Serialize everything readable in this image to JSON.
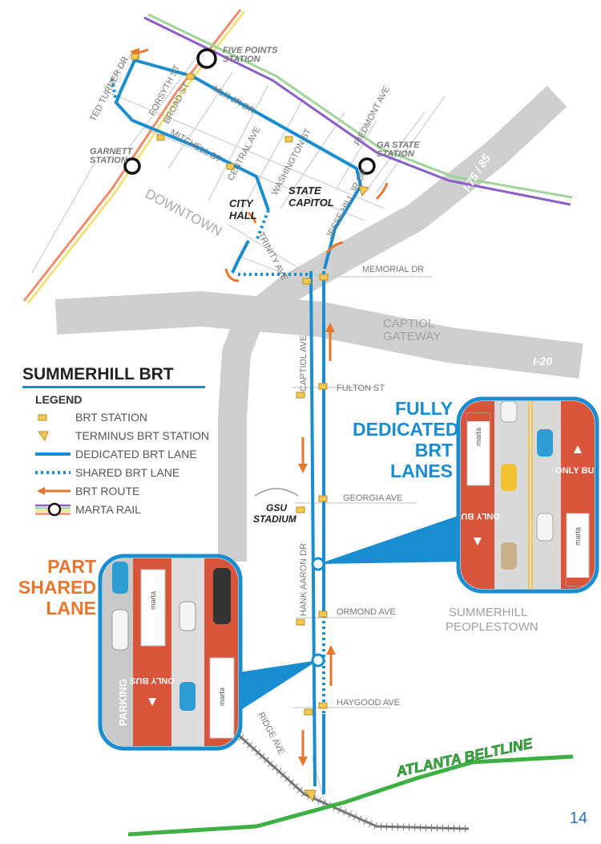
{
  "map_title": "SUMMERHILL BRT",
  "legend": {
    "heading": "LEGEND",
    "items": [
      {
        "label": "BRT STATION",
        "symbol": "station"
      },
      {
        "label": "TERMINUS BRT STATION",
        "symbol": "terminus"
      },
      {
        "label": "DEDICATED BRT LANE",
        "symbol": "dedicated-lane"
      },
      {
        "label": "SHARED BRT LANE",
        "symbol": "shared-lane"
      },
      {
        "label": "BRT ROUTE",
        "symbol": "route-arrow"
      },
      {
        "label": "MARTA RAIL",
        "symbol": "rail"
      }
    ]
  },
  "colors": {
    "brt_blue": "#1a8dd1",
    "route_orange": "#e8772e",
    "station_yellow": "#f2c94c",
    "highway_gray": "#c8c8c8",
    "beltline_green": "#3cb043",
    "rail_purple": "#8a5fc7",
    "rail_green": "#9fd49a",
    "rail_red": "#f08c6a",
    "rail_yellow": "#f3e27a",
    "bus_lane_red": "#d8543a"
  },
  "marta_stations": [
    {
      "name_line1": "FIVE POINTS",
      "name_line2": "STATION"
    },
    {
      "name_line1": "GA STATE",
      "name_line2": "STATION"
    },
    {
      "name_line1": "GARNETT",
      "name_line2": "STATION"
    }
  ],
  "streets": {
    "ted_turner": "TED TURNER DR",
    "forsyth": "FORSYTH ST",
    "broad": "BROAD ST",
    "mlk": "MLK JR DR",
    "mitchell": "MITCHELL ST",
    "central": "CENTRAL AVE",
    "washington": "WASHINGTON ST",
    "piedmont": "PIEDMONT AVE",
    "jesse_hill": "JESSE HILL JR DR",
    "trinity": "TRINITY AVE",
    "memorial": "MEMORIAL DR",
    "capitol_ave": "CAPTIOL AVE",
    "fulton": "FULTON ST",
    "georgia": "GEORGIA AVE",
    "hank_aaron": "HANK AARON DR",
    "ormond": "ORMOND AVE",
    "haygood": "HAYGOOD AVE",
    "ridge": "RIDGE AVE"
  },
  "highways": {
    "i75_85": "I-75 / 85",
    "i20": "I-20"
  },
  "areas": {
    "downtown": "DOWNTOWN",
    "city_hall_line1": "CITY",
    "city_hall_line2": "HALL",
    "state_capitol_line1": "STATE",
    "state_capitol_line2": "CAPITOL",
    "capitol_gateway_line1": "CAPTIOL",
    "capitol_gateway_line2": "GATEWAY",
    "gsu_line1": "GSU",
    "gsu_line2": "STADIUM",
    "summerhill_line1": "SUMMERHILL",
    "summerhill_line2": "PEOPLESTOWN",
    "beltline": "ATLANTA BELTLINE"
  },
  "callouts": {
    "fully_dedicated_line1": "FULLY",
    "fully_dedicated_line2": "DEDICATED",
    "fully_dedicated_line3": "BRT LANES",
    "part_shared_line1": "PART",
    "part_shared_line2": "SHARED",
    "part_shared_line3": "LANE",
    "only_bus": "ONLY BUS",
    "parking": "PARKING",
    "bus_brand": "marta"
  },
  "page_number": "14"
}
